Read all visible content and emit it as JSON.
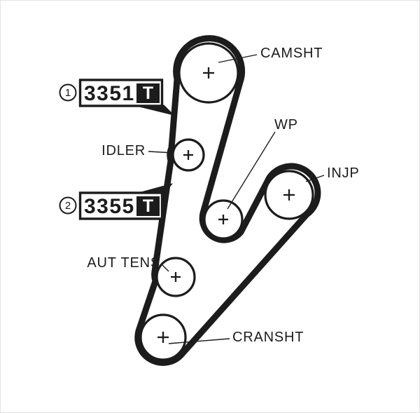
{
  "diagram": {
    "type": "timing-belt-routing",
    "colors": {
      "line": "#1c1c1c",
      "background": "#ffffff"
    },
    "labels": {
      "camshaft": "CAMSHT",
      "water_pump": "WP",
      "injection_pump": "INJP",
      "idler": "IDLER",
      "tensioner": "AUT TENS",
      "crankshaft": "CRANSHT"
    },
    "callouts": [
      {
        "number": "1",
        "part_number": "3351",
        "mark": "T"
      },
      {
        "number": "2",
        "part_number": "3355",
        "mark": "T"
      }
    ]
  }
}
